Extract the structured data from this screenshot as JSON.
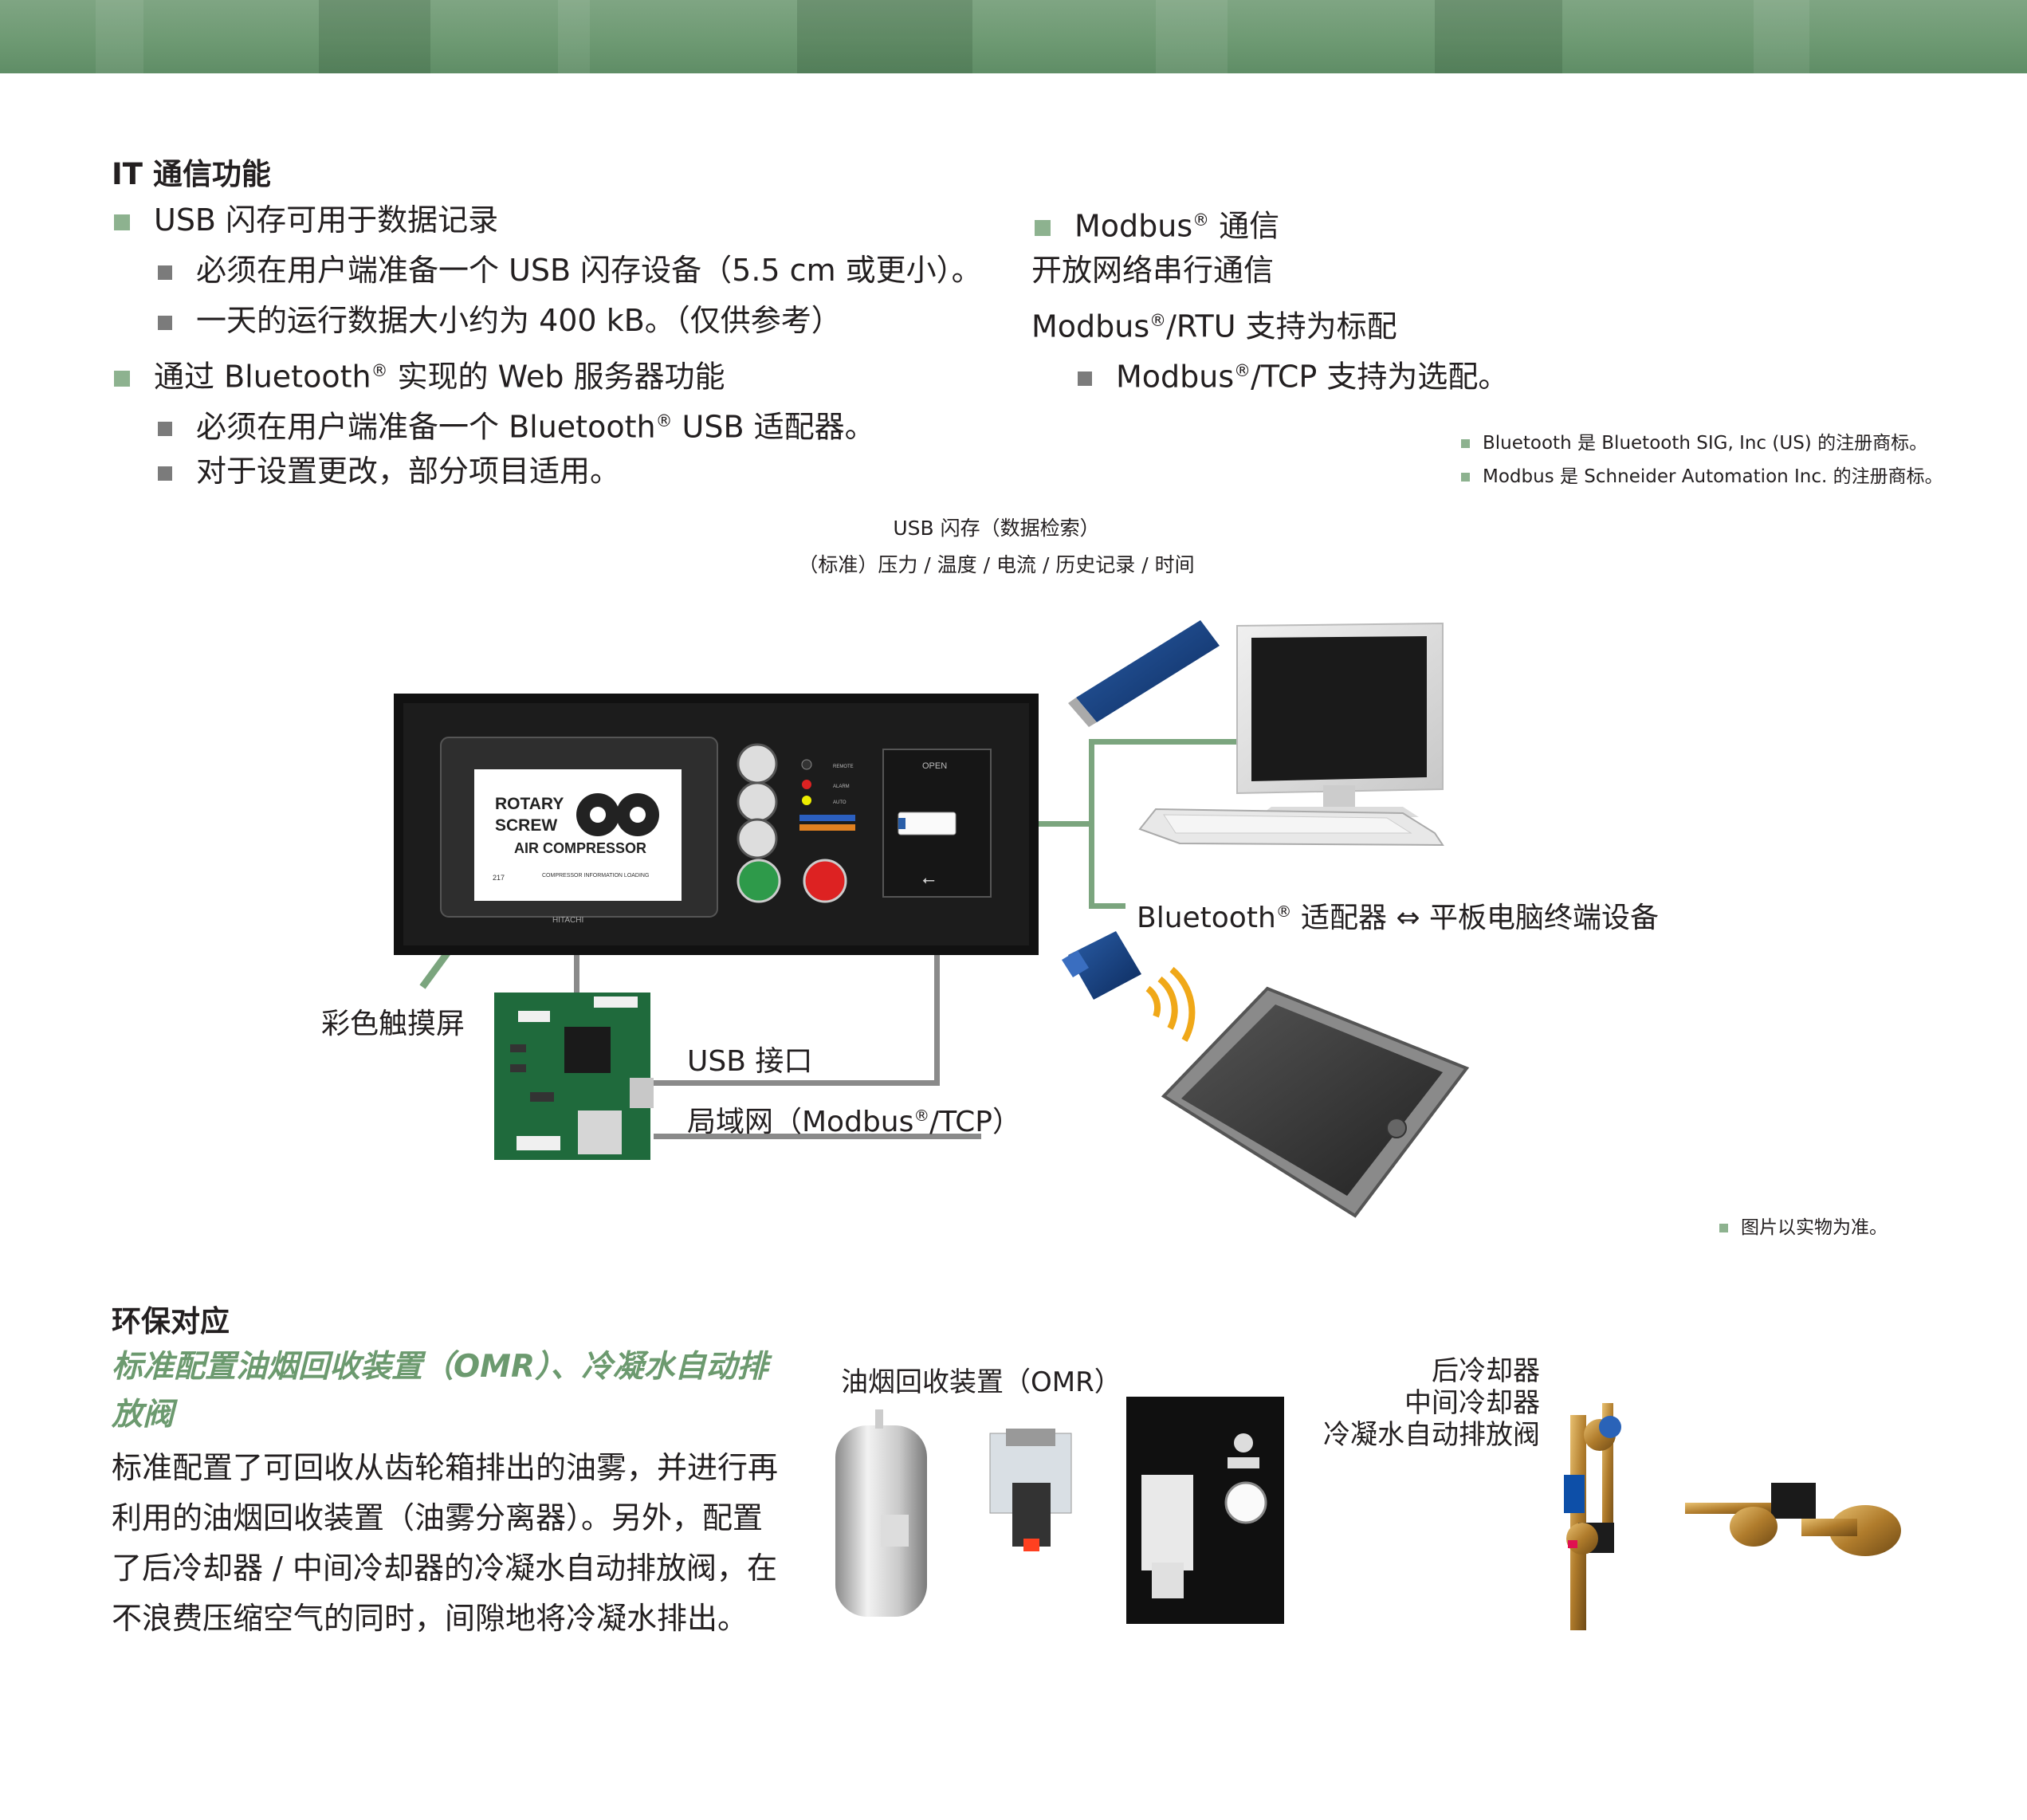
{
  "section_it": {
    "title": "IT 通信功能",
    "left_items": [
      {
        "text": "USB 闪存可用于数据记录"
      },
      {
        "text": "必须在用户端准备一个 USB 闪存设备（5.5 cm 或更小）。"
      },
      {
        "text": "一天的运行数据大小约为 400 kB。（仅供参考）"
      },
      {
        "pre": "通过 Bluetooth",
        "post": " 实现的 Web 服务器功能"
      },
      {
        "pre": "必须在用户端准备一个 Bluetooth",
        "post": " USB 适配器。"
      },
      {
        "text": "对于设置更改，部分项目适用。"
      }
    ],
    "right_items": [
      {
        "pre": "Modbus",
        "post": " 通信"
      },
      {
        "text": "开放网络串行通信"
      },
      {
        "pre": "Modbus",
        "post": "/RTU 支持为标配"
      },
      {
        "pre": "Modbus",
        "post": "/TCP 支持为选配。"
      }
    ],
    "registered_mark": "®",
    "trademarks": [
      "Bluetooth 是 Bluetooth SIG, Inc (US) 的注册商标。",
      "Modbus 是 Schneider Automation Inc. 的注册商标。"
    ]
  },
  "diagram": {
    "usb_caption_line1": "USB 闪存（数据检索）",
    "usb_caption_line2": "（标准）压力 / 温度 / 电流 / 历史记录 / 时间",
    "bluetooth_label_pre": "Bluetooth",
    "bluetooth_label_post": " 适配器 ⇔ 平板电脑终端设备",
    "touchscreen_label": "彩色触摸屏",
    "usb_port_label": "USB 接口",
    "lan_label_pre": "局域网（Modbus",
    "lan_label_post": "/TCP）",
    "screen_line1": "ROTARY",
    "screen_line2": "SCREW",
    "screen_line3": "AIR COMPRESSOR",
    "screen_footer": "COMPRESSOR INFORMATION LOADING",
    "screen_number": "217",
    "brand": "HITACHI",
    "usb_panel_label": "OPEN",
    "indicator_labels": [
      "REMOTE",
      "ALARM",
      "AUTO"
    ],
    "photo_note": "图片以实物为准。"
  },
  "section_env": {
    "title": "环保对应",
    "subtitle": "标准配置油烟回收装置（OMR）、冷凝水自动排放阀",
    "body": "标准配置了可回收从齿轮箱排出的油雾，并进行再利用的油烟回收装置（油雾分离器）。另外，配置了后冷却器 / 中间冷却器的冷凝水自动排放阀，在不浪费压缩空气的同时，间隙地将冷凝水排出。",
    "omr_caption": "油烟回收装置（OMR）",
    "cooler_captions": [
      "后冷却器",
      "中间冷却器",
      "冷凝水自动排放阀"
    ]
  },
  "colors": {
    "accent_green": "#8db28f",
    "heading_green": "#6c9a6f",
    "connector_grey": "#8a8a8a",
    "arrow_green": "#7ba57e"
  }
}
